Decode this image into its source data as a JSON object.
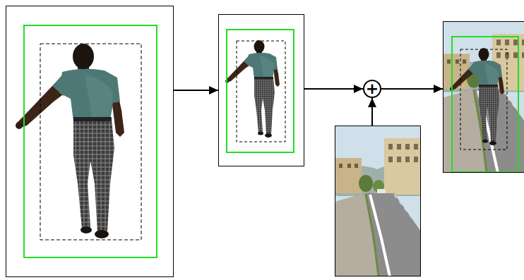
{
  "diagram": {
    "nodes": [
      {
        "text": []
      },
      {
        "text": []
      },
      {
        "text": [
          "+"
        ]
      },
      {
        "text": []
      },
      {
        "text": []
      }
    ],
    "edges": [
      {
        "from": 0,
        "to": 1,
        "arrow": "to"
      },
      {
        "from": 1,
        "to": 2,
        "arrow": "to"
      },
      {
        "from": 4,
        "to": 2,
        "arrow": "to"
      },
      {
        "from": 2,
        "to": 3,
        "arrow": "to"
      }
    ]
  }
}
